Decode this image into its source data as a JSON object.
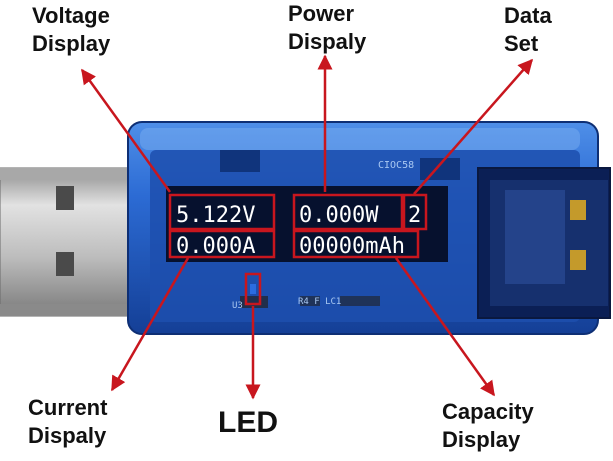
{
  "labels": {
    "voltage": {
      "line1": "Voltage",
      "line2": "Display"
    },
    "power": {
      "line1": "Power",
      "line2": "Dispaly"
    },
    "data_set": {
      "line1": "Data",
      "line2": "Set"
    },
    "current": {
      "line1": "Current",
      "line2": "Dispaly"
    },
    "led": "LED",
    "capacity": {
      "line1": "Capacity",
      "line2": "Display"
    }
  },
  "screen": {
    "voltage_reading": "5.122V",
    "power_reading": "0.000W",
    "data_set_reading": "2",
    "current_reading": "0.000A",
    "capacity_reading": "00000mAh"
  },
  "pcb_markings": {
    "top": "CIOC58",
    "bottom_left": "U3",
    "bottom_mid": "R4 F LC1"
  },
  "colors": {
    "callout": "#c8161e",
    "case_blue": "#2f6fd6",
    "case_dark": "#123a8a",
    "lcd_text": "#ffffff",
    "lcd_bg": "#06112e",
    "usb_metal": "#b9b9b9"
  }
}
